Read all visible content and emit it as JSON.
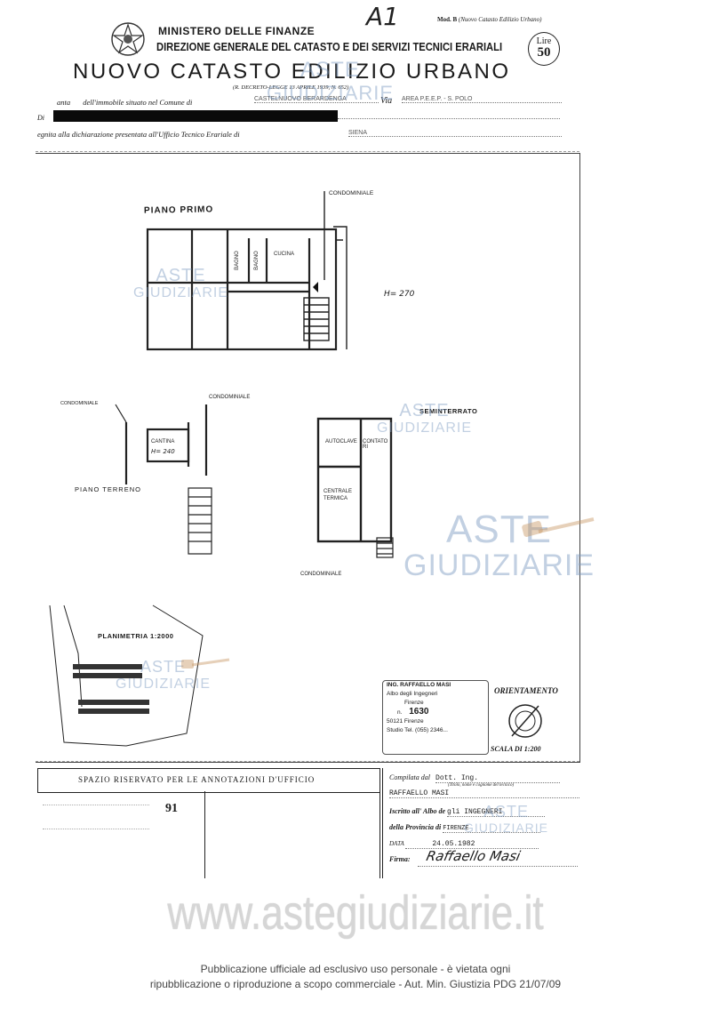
{
  "header": {
    "handwritten_tag": "A1",
    "model": "Mod. B",
    "model_sub": "(Nuovo Catasto Edilizio Urbano)",
    "ministry": "MINISTERO DELLE FINANZE",
    "direction": "DIREZIONE GENERALE DEL CATASTO E DEI SERVIZI TECNICI ERARIALI",
    "title": "NUOVO CATASTO EDILIZIO URBANO",
    "decree": "(R. DECRETO-LEGGE 13 APRILE 1939, N. 652)",
    "stamp_label": "Lire",
    "stamp_value": "50"
  },
  "form": {
    "line1_prefix": "anta",
    "line1_label": "dell'immobile situato nel Comune di",
    "comune": "CASTELNUOVO BERARDENGA",
    "via_label": "Via",
    "via_value": "AREA P.E.E.P. - S. POLO",
    "line2_prefix": "Di",
    "line3_label": "egnita alla dichiarazione presentata all'Ufficio Tecnico Erariale di",
    "ufficio": "SIENA"
  },
  "plans": {
    "piano_primo": "PIANO PRIMO",
    "condominiale_top": "CONDOMINIALE",
    "bagno1": "BAGNO",
    "bagno2": "BAGNO",
    "cucina": "CUCINA",
    "height_primo": "H= 270",
    "condominiale_left": "CONDOMINIALE",
    "condominiale_mid": "CONDOMINIALE",
    "cantina": "CANTINA",
    "height_cantina": "H= 240",
    "piano_terreno": "PIANO TERRENO",
    "seminterrato": "SEMINTERRATO",
    "autoclave": "AUTOCLAVE",
    "contatori": "CONTATO RI",
    "centrale_termica_1": "CENTRALE",
    "centrale_termica_2": "TERMICA",
    "condominiale_bottom": "CONDOMINIALE",
    "planimetria": "PLANIMETRIA 1:2000",
    "orientamento": "ORIENTAMENTO",
    "scala": "SCALA DI 1:200"
  },
  "seal": {
    "name": "ING. RAFFAELLO MASI",
    "line1": "Albo degli Ingegneri",
    "line2": "Firenze",
    "number_label": "n.",
    "number": "1630",
    "line3": "50121 Firenze",
    "line4": "Studio Tel. (055) 2346..."
  },
  "footer": {
    "office_title": "SPAZIO RISERVATO PER LE ANNOTAZIONI D'UFFICIO",
    "office_mark": "91",
    "compilata_label": "Compilata dal",
    "compilata_value": "Dott. Ing.",
    "compilata_hint": "(Titolo, nome e cognome del tecnico)",
    "compilata_name": "RAFFAELLO MASI",
    "albo_label": "Iscritto all' Albo de",
    "albo_value": "gli INGEGNERI",
    "provincia_label": "della Provincia di",
    "provincia_value": "FIRENZE",
    "data_label": "DATA",
    "data_value": "24.05.1982",
    "firma_label": "Firma:",
    "firma_value": "Raffaello Masi"
  },
  "watermarks": {
    "brand_top": "ASTE",
    "brand_bottom": "GIUDIZIARIE",
    "site": "www.astegiudiziarie.it",
    "notice_line1": "Pubblicazione ufficiale ad esclusivo uso personale - è vietata ogni",
    "notice_line2": "ripubblicazione o riproduzione a scopo commerciale - Aut. Min. Giustizia PDG 21/07/09"
  }
}
